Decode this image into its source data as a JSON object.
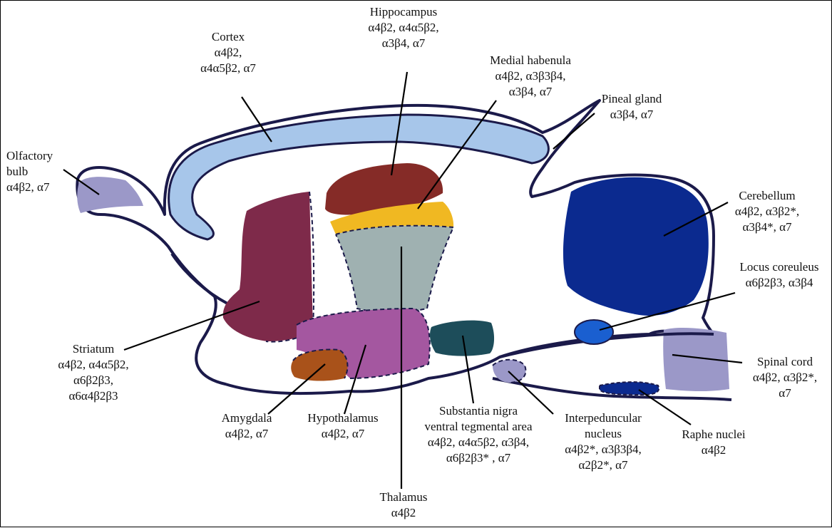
{
  "colors": {
    "outline": "#1b1a4a",
    "cortex": "#a7c6ea",
    "olfactory_bulb": "#9b98c8",
    "striatum": "#7e2a4a",
    "hippocampus": "#852b27",
    "medial_habenula": "#f0b822",
    "thalamus": "#9fb1b1",
    "hypothalamus": "#a457a0",
    "amygdala": "#a9521a",
    "substantia_nigra": "#1d4d5a",
    "interpeduncular": "#9b98c8",
    "cerebellum": "#0b2a8f",
    "locus_coeruleus": "#1a5fd0",
    "spinal_cord": "#9b98c8",
    "raphe": "#0b2a8f"
  },
  "regions": {
    "cortex": {
      "name": "Cortex",
      "subunits": [
        "α4β2,",
        "α4α5β2,  α7"
      ]
    },
    "hippocampus": {
      "name": "Hippocampus",
      "subunits": [
        "α4β2, α4α5β2,",
        "α3β4, α7"
      ]
    },
    "medial_habenula": {
      "name": "Medial habenula",
      "subunits": [
        "α4β2, α3β3β4,",
        "α3β4, α7"
      ]
    },
    "pineal_gland": {
      "name": "Pineal gland",
      "subunits": [
        "α3β4, α7"
      ]
    },
    "olfactory_bulb": {
      "name": "Olfactory",
      "name2": "bulb",
      "subunits": [
        "α4β2, α7"
      ]
    },
    "cerebellum": {
      "name": "Cerebellum",
      "subunits": [
        "α4β2, α3β2*,",
        "α3β4*, α7"
      ]
    },
    "locus_coeruleus": {
      "name": "Locus coreuleus",
      "subunits": [
        "α6β2β3, α3β4"
      ]
    },
    "striatum": {
      "name": "Striatum",
      "subunits": [
        "α4β2, α4α5β2,",
        "α6β2β3,",
        "α6α4β2β3"
      ]
    },
    "spinal_cord": {
      "name": "Spinal cord",
      "subunits": [
        "α4β2, α3β2*,",
        "α7"
      ]
    },
    "amygdala": {
      "name": "Amygdala",
      "subunits": [
        "α4β2, α7"
      ]
    },
    "hypothalamus": {
      "name": "Hypothalamus",
      "subunits": [
        "α4β2, α7"
      ]
    },
    "substantia_nigra": {
      "name": "Substantia nigra",
      "name2": "ventral tegmental area",
      "subunits": [
        "α4β2, α4α5β2, α3β4,",
        "α6β2β3* , α7"
      ]
    },
    "interpeduncular": {
      "name": "Interpeduncular",
      "name2": "nucleus",
      "subunits": [
        "α4β2*, α3β3β4,",
        "α2β2*, α7"
      ]
    },
    "raphe": {
      "name": "Raphe nuclei",
      "subunits": [
        "α4β2"
      ]
    },
    "thalamus": {
      "name": "Thalamus",
      "subunits": [
        "α4β2"
      ]
    }
  }
}
